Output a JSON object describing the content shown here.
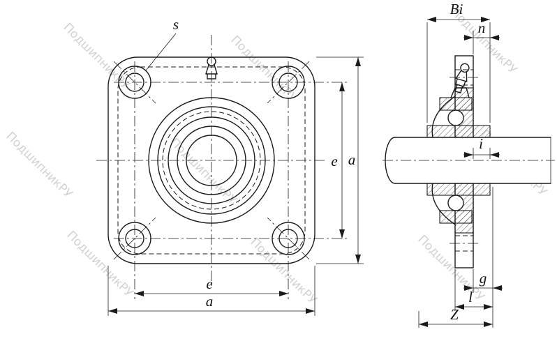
{
  "colors": {
    "line": "#1b1b1b",
    "background": "#ffffff",
    "watermark": "#c7c7c7"
  },
  "watermark": {
    "text": "ПодшипникРУ"
  },
  "front_view": {
    "labels": {
      "s": "s",
      "e_vertical": "e",
      "a_vertical": "a",
      "e_horizontal": "e",
      "a_horizontal": "a"
    }
  },
  "side_view": {
    "labels": {
      "Bi": "Bi",
      "n": "n",
      "i": "i",
      "g": "g",
      "l": "l",
      "Z": "Z"
    }
  }
}
